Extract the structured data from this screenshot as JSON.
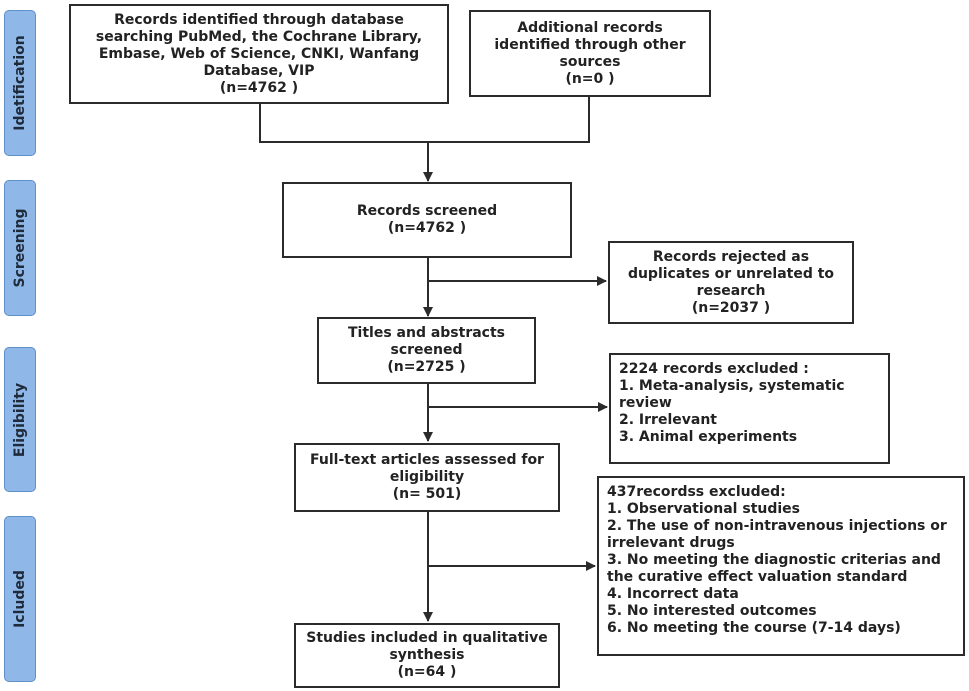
{
  "phases": [
    {
      "key": "identification",
      "label": "Idetification"
    },
    {
      "key": "screening",
      "label": "Screening"
    },
    {
      "key": "eligibility",
      "label": "Eligibility"
    },
    {
      "key": "included",
      "label": "Icluded"
    }
  ],
  "boxes": {
    "db_records": {
      "lines": [
        "Records identified through database",
        "searching PubMed, the Cochrane Library,",
        "Embase, Web of Science, CNKI, Wanfang",
        "Database, VIP",
        "(n=4762 )"
      ]
    },
    "other_records": {
      "lines": [
        "Additional records",
        "identified through other",
        "sources",
        "(n=0 )"
      ]
    },
    "screened": {
      "lines": [
        "Records screened",
        "(n=4762 )"
      ]
    },
    "rejected": {
      "lines": [
        "Records rejected as",
        "duplicates or unrelated to",
        "research",
        "(n=2037 )"
      ]
    },
    "titles": {
      "lines": [
        "Titles and abstracts",
        "screened",
        "(n=2725 )"
      ]
    },
    "excluded_2224": {
      "lines": [
        "2224 records excluded :",
        "1. Meta-analysis, systematic",
        "review",
        "2. Irrelevant",
        "3. Animal experiments"
      ]
    },
    "fulltext": {
      "lines": [
        "Full-text articles assessed for",
        "eligibility",
        "(n= 501)"
      ]
    },
    "excluded_437": {
      "lines": [
        "437recordss excluded:",
        "1. Observational studies",
        "2. The use of non-intravenous injections or",
        "irrelevant drugs",
        "3. No meeting the diagnostic criterias and",
        "the curative effect valuation standard",
        "4. Incorrect data",
        "5. No interested outcomes",
        "6. No meeting the course (7-14 days)"
      ]
    },
    "included": {
      "lines": [
        "Studies included in qualitative",
        "synthesis",
        "(n=64 )"
      ]
    }
  }
}
